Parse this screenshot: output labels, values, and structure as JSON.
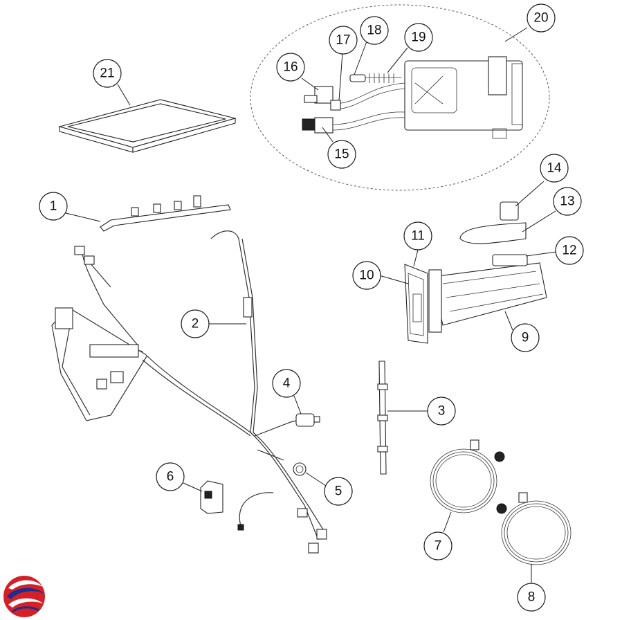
{
  "diagram": {
    "callouts": [
      "1",
      "2",
      "3",
      "4",
      "5",
      "6",
      "7",
      "8",
      "9",
      "10",
      "11",
      "12",
      "13",
      "14",
      "15",
      "16",
      "17",
      "18",
      "19",
      "20",
      "21"
    ]
  },
  "colors": {
    "line": "#1a1a1a",
    "logo_red": "#d42027",
    "logo_blue": "#1d2f8a"
  },
  "icons": {
    "logo": "brand-logo-icon"
  }
}
